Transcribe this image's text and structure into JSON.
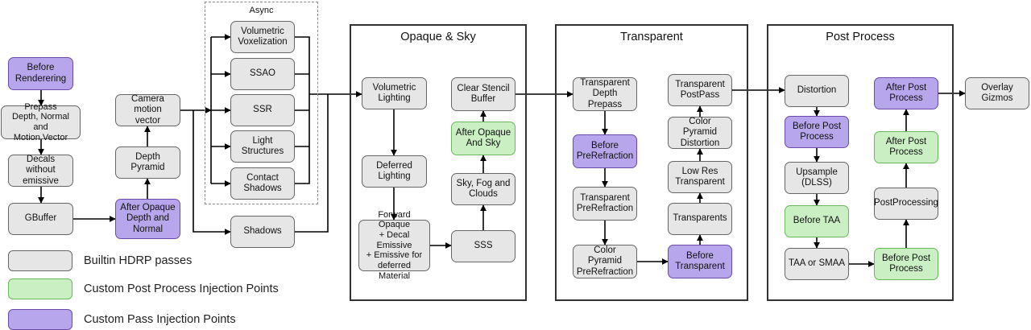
{
  "colors": {
    "builtin_fill": "#e6e6e6",
    "builtin_border": "#666666",
    "post_fill": "#c9efc3",
    "post_border": "#6cb65f",
    "custom_fill": "#b7a6ec",
    "custom_border": "#6a4aa8",
    "edge": "#000000"
  },
  "groups": {
    "async": "Async",
    "opaque_sky": "Opaque & Sky",
    "transparent": "Transparent",
    "post_process": "Post Process"
  },
  "nodes": {
    "before_rendering": "Before\nRenderering",
    "prepass": "Prepass\nDepth, Normal and\nMotion Vector",
    "decals": "Decals without\nemissive",
    "gbuffer": "GBuffer",
    "camera_motion": "Camera motion\nvector",
    "depth_pyramid": "Depth Pyramid",
    "after_opaque_depth_normal": "After Opaque\nDepth and\nNormal",
    "volumetric_voxelization": "Volumetric\nVoxelization",
    "ssao": "SSAO",
    "ssr": "SSR",
    "light_structures": "Light\nStructures",
    "contact_shadows": "Contact\nShadows",
    "shadows": "Shadows",
    "volumetric_lighting": "Volumetric\nLighting",
    "deferred_lighting": "Deferred\nLighting",
    "forward_opaque": "Forward Opaque\n+ Decal Emissive\n+ Emissive for\ndeferred Material",
    "sss": "SSS",
    "sky_fog_clouds": "Sky, Fog and\nClouds",
    "after_opaque_sky": "After Opaque\nAnd Sky",
    "clear_stencil": "Clear Stencil\nBuffer",
    "transparent_depth_prepass": "Transparent\nDepth Prepass",
    "before_prerefraction": "Before\nPreRefraction",
    "transparent_prerefraction": "Transparent\nPreRefraction",
    "color_pyramid_prerefraction": "Color Pyramid\nPreRefraction",
    "before_transparent": "Before\nTransparent",
    "transparents": "Transparents",
    "low_res_transparent": "Low Res\nTransparent",
    "color_pyramid_distortion": "Color Pyramid\nDistortion",
    "transparent_postpass": "Transparent\nPostPass",
    "distortion": "Distortion",
    "before_post_process": "Before Post\nProcess",
    "upsample_dlss": "Upsample\n(DLSS)",
    "before_taa": "Before TAA",
    "taa_smaa": "TAA or SMAA",
    "before_post_process_2": "Before Post\nProcess",
    "postprocessing": "PostProcessing",
    "after_post_process_1": "After Post\nProcess",
    "after_post_process_2": "After Post\nProcess",
    "overlay_gizmos": "Overlay\nGizmos"
  },
  "legend": {
    "builtin": "Builtin HDRP passes",
    "post_injection": "Custom Post Process Injection Points",
    "custom_injection": "Custom Pass Injection Points"
  }
}
